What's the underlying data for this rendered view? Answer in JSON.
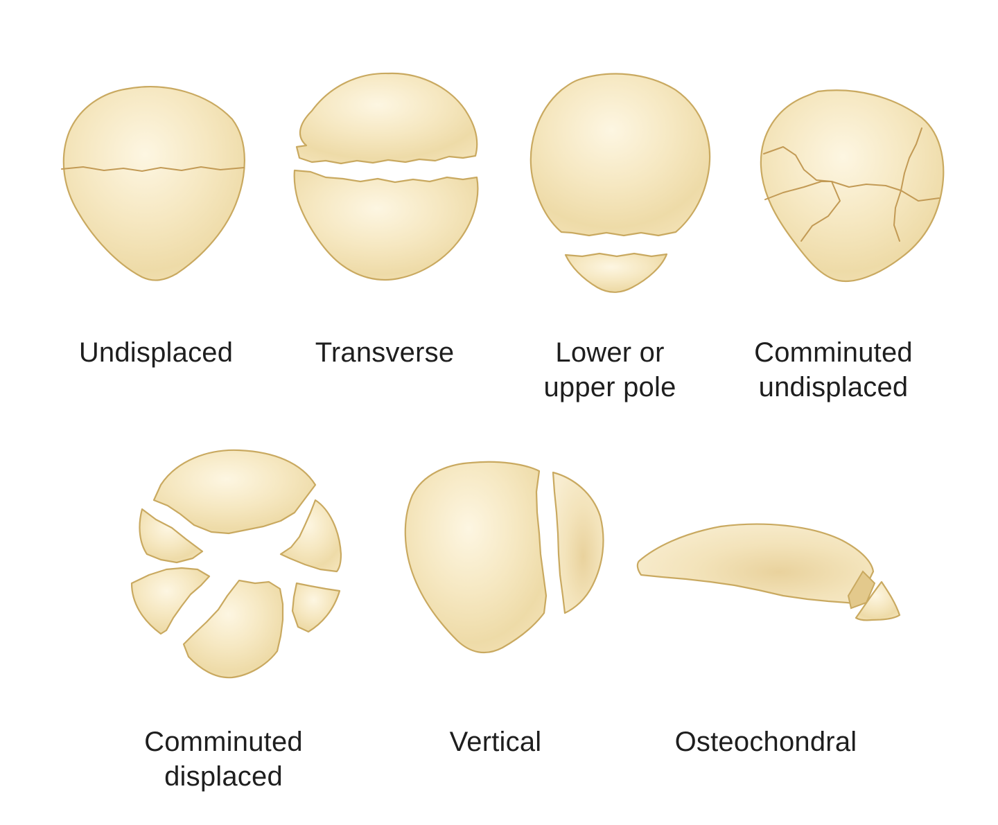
{
  "labels": {
    "undisplaced": "Undisplaced",
    "transverse": "Transverse",
    "lower_upper_pole": [
      "Lower or",
      "upper pole"
    ],
    "comminuted_undisplaced": [
      "Comminuted",
      "undisplaced"
    ],
    "comminuted_displaced": [
      "Comminuted",
      "displaced"
    ],
    "vertical": "Vertical",
    "osteochondral": "Osteochondral"
  },
  "colors": {
    "bone_light": "#fbf1d7",
    "bone_mid": "#f4e3b8",
    "bone_shadow": "#e6cc92",
    "outline": "#c9a960",
    "text": "#1e1e1e",
    "background": "#ffffff"
  }
}
